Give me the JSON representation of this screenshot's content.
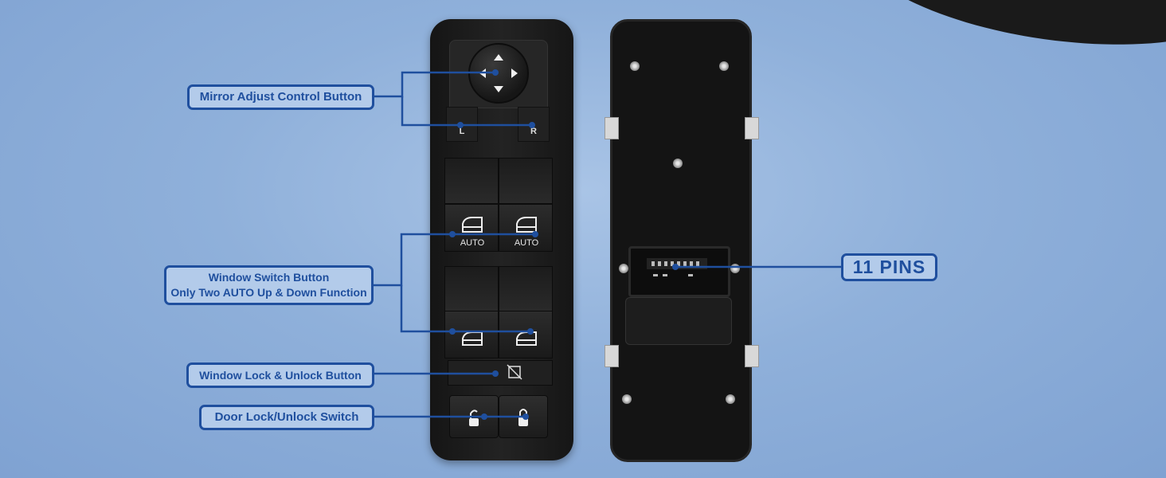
{
  "callouts": {
    "mirror": "Mirror Adjust Control Button",
    "window_line1": "Window Switch Button",
    "window_line2": "Only Two AUTO Up & Down Function",
    "window_lock": "Window Lock & Unlock Button",
    "door_lock": "Door Lock/Unlock Switch",
    "pins": "11 PINS"
  },
  "switch_labels": {
    "left_mirror": "L",
    "right_mirror": "R",
    "auto_left": "AUTO",
    "auto_right": "AUTO"
  },
  "colors": {
    "background": "#8fb0da",
    "callout_border": "#1f4f9e",
    "callout_text": "#1f4f9e",
    "panel": "#1c1c1c"
  }
}
